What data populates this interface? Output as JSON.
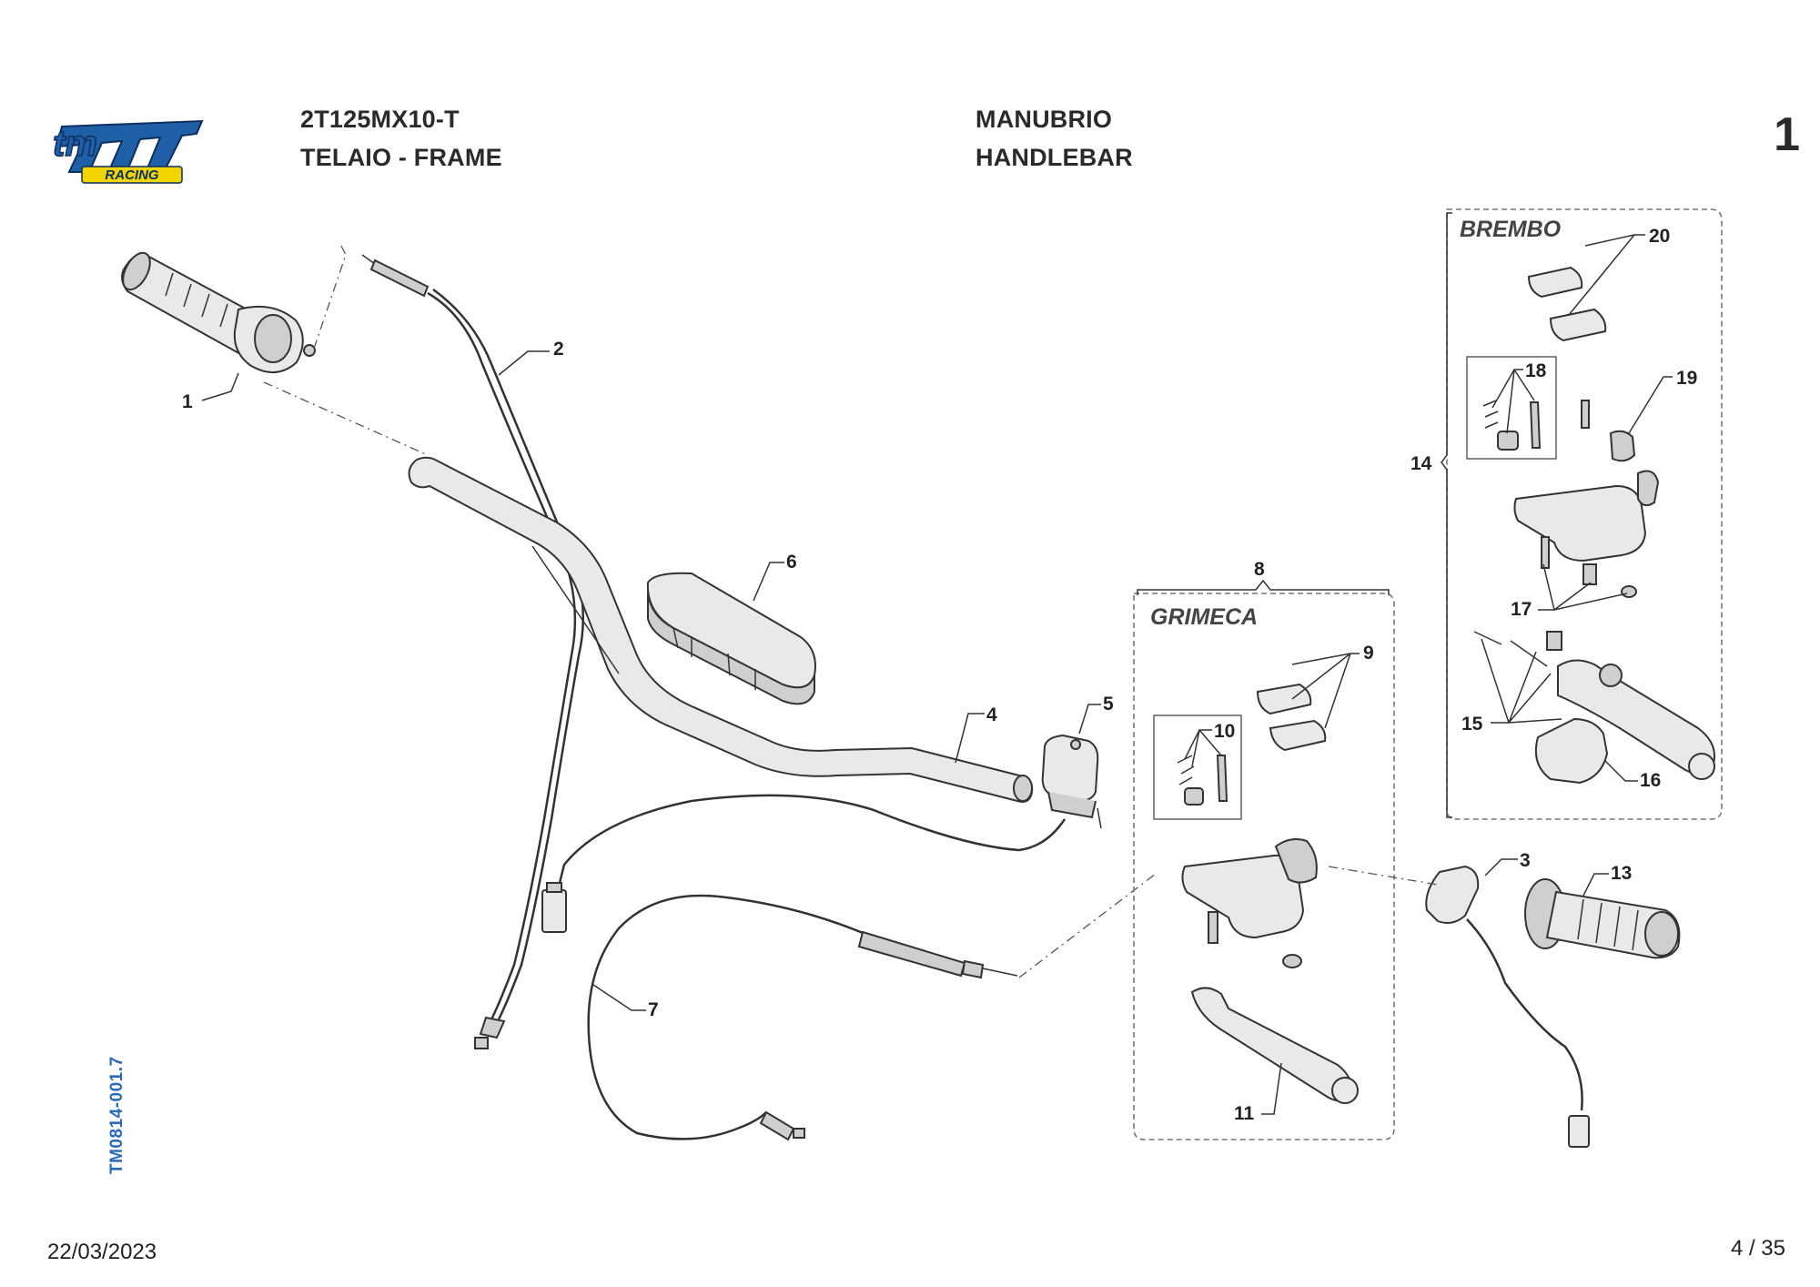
{
  "header": {
    "model": "2T125MX10-T",
    "section_it_en": "TELAIO - FRAME",
    "group_it": "MANUBRIO",
    "group_en": "HANDLEBAR",
    "page_number": "1"
  },
  "logo": {
    "brand": "tm",
    "sub": "RACING",
    "colors": {
      "main": "#1f5fa8",
      "accent": "#f2d400"
    }
  },
  "doc_id": "TM0814-001.7",
  "footer": {
    "date": "22/03/2023",
    "page": "4 / 35"
  },
  "diagram": {
    "brands": [
      "BREMBO",
      "GRIMECA"
    ],
    "callouts": [
      "1",
      "2",
      "3",
      "4",
      "5",
      "6",
      "7",
      "8",
      "9",
      "10",
      "11",
      "13",
      "14",
      "15",
      "16",
      "17",
      "18",
      "19",
      "20"
    ]
  }
}
